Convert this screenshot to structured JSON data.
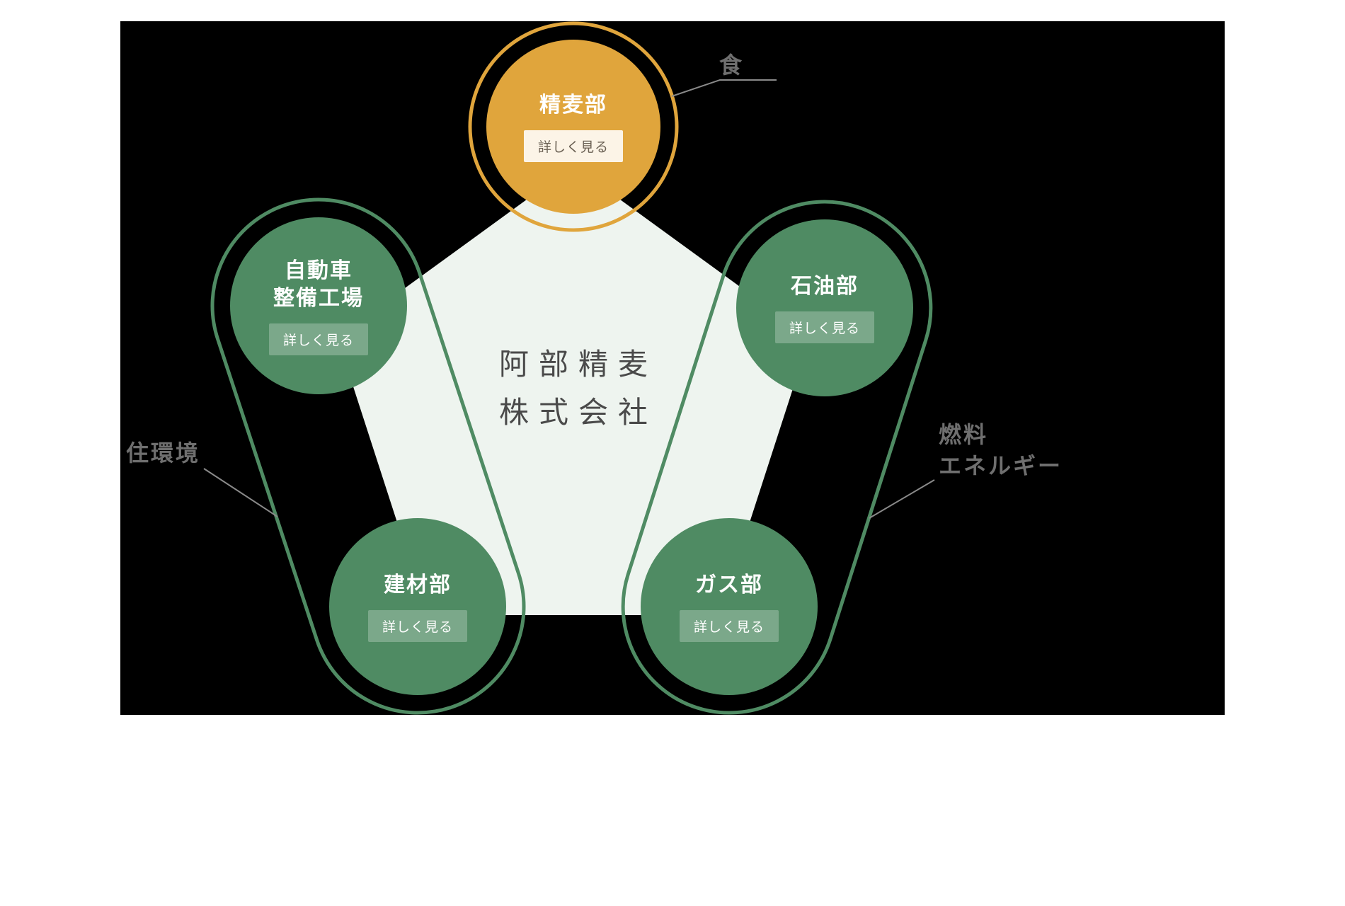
{
  "company": {
    "name": "阿部精麦\n株式会社"
  },
  "categories": {
    "food": {
      "label": "食"
    },
    "housing": {
      "label": "住環境"
    },
    "fuel_energy": {
      "label": "燃料\nエネルギー"
    }
  },
  "divisions": [
    {
      "id": "milling",
      "name": "精麦部",
      "details_label": "詳しく見る",
      "color": "#E0A53C",
      "category": "食"
    },
    {
      "id": "auto-repair",
      "name": "自動車\n整備工場",
      "details_label": "詳しく見る",
      "color": "#4F8B63",
      "category": "住環境"
    },
    {
      "id": "oil",
      "name": "石油部",
      "details_label": "詳しく見る",
      "color": "#4F8B63",
      "category": "燃料エネルギー"
    },
    {
      "id": "building-materials",
      "name": "建材部",
      "details_label": "詳しく見る",
      "color": "#4F8B63",
      "category": "住環境"
    },
    {
      "id": "gas",
      "name": "ガス部",
      "details_label": "詳しく見る",
      "color": "#4F8B63",
      "category": "燃料エネルギー"
    }
  ],
  "colors": {
    "accent_orange": "#E0A53C",
    "division_green": "#4F8B63",
    "pentagon_fill": "#EEF4EF",
    "group_outline_green": "#4F8B63",
    "category_label_gray": "#6F6F6F",
    "connector_gray": "#8A8A8A",
    "background": "#000000",
    "page_background": "#FFFFFF"
  }
}
